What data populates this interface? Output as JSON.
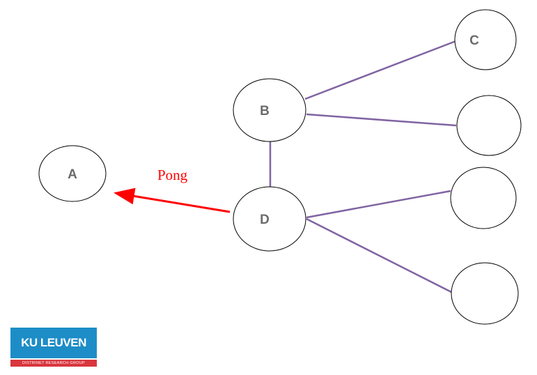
{
  "nodes": {
    "a": {
      "label": "A"
    },
    "b": {
      "label": "B"
    },
    "c": {
      "label": "C"
    },
    "d": {
      "label": "D"
    }
  },
  "message": {
    "label": "Pong",
    "color": "#ff0000"
  },
  "edge_color": "#8064a2",
  "logo": {
    "main": "KU LEUVEN",
    "sub": "DISTRINET RESEARCH GROUP",
    "blue": "#1d8dc7",
    "red": "#d9363e"
  }
}
